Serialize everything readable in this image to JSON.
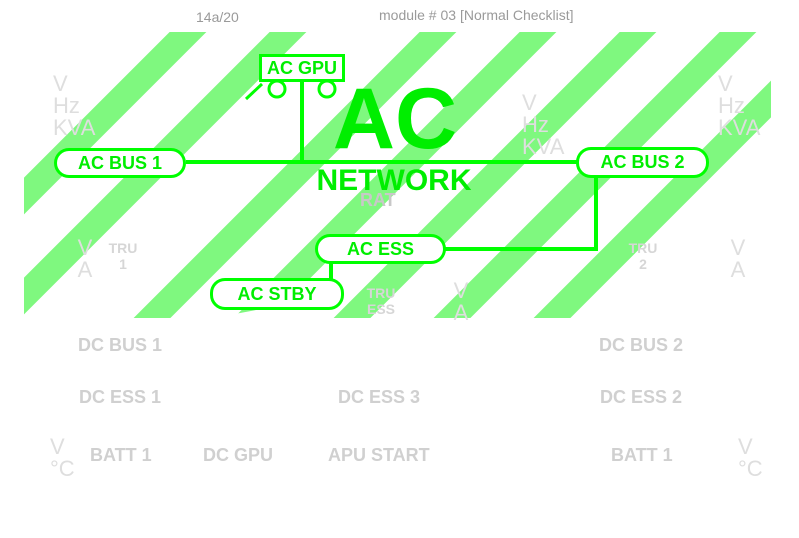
{
  "header": {
    "page_label": "14a/20",
    "module_title": "module # 03 [Normal Checklist]"
  },
  "network": {
    "big_label": "AC",
    "sub_label": "NETWORK",
    "rat_label": "RAT"
  },
  "ac_gpu": {
    "label": "AC GPU"
  },
  "buses": {
    "ac_bus_1": "AC BUS 1",
    "ac_bus_2": "AC BUS 2",
    "ac_ess": "AC ESS",
    "ac_stby": "AC STBY"
  },
  "units": {
    "left_gen": [
      "V",
      "Hz",
      "KVA"
    ],
    "mid_gen": [
      "V",
      "Hz",
      "KVA"
    ],
    "right_gen": [
      "V",
      "Hz",
      "KVA"
    ],
    "tru1_units": [
      "V",
      "A"
    ],
    "tru2_units": [
      "V",
      "A"
    ],
    "truess_units": [
      "V",
      "A"
    ],
    "batt_left_units": [
      "V",
      "°C"
    ],
    "batt_right_units": [
      "V",
      "°C"
    ]
  },
  "trus": {
    "tru1": [
      "TRU",
      "1"
    ],
    "tru2": [
      "TRU",
      "2"
    ],
    "tru_ess": [
      "TRU",
      "ESS"
    ]
  },
  "dc": {
    "dc_bus_1": "DC BUS 1",
    "dc_bus_2": "DC BUS 2",
    "dc_ess_1": "DC ESS 1",
    "dc_ess_3": "DC ESS 3",
    "dc_ess_2": "DC ESS 2",
    "batt_1_left": "BATT 1",
    "dc_gpu": "DC GPU",
    "apu_start": "APU START",
    "batt_1_right": "BATT 1"
  },
  "colors": {
    "active_green": "#00ff00",
    "stripe_green": "#7ff87f",
    "inactive_grey": "#d0d0d0"
  }
}
